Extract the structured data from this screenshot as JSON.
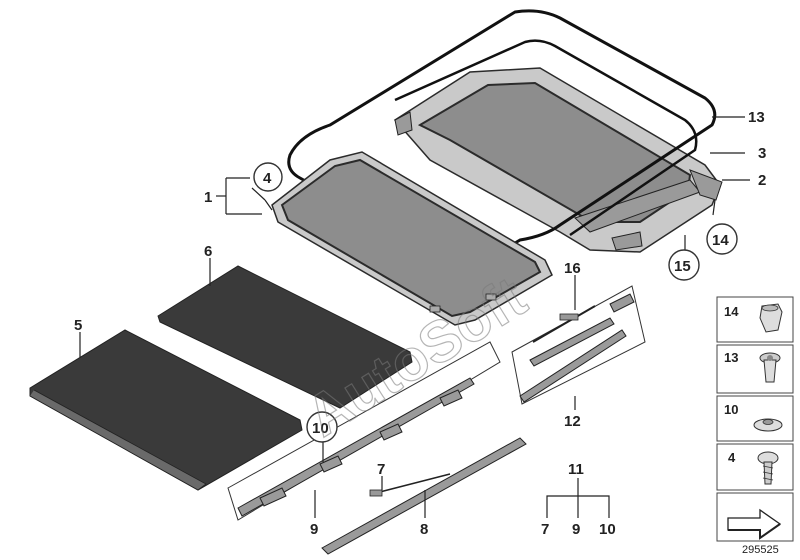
{
  "diagram": {
    "id_label": "295525",
    "watermark": "AutoSoft"
  },
  "callouts": {
    "c1": "1",
    "c2": "2",
    "c3": "3",
    "c4": "4",
    "c5": "5",
    "c6": "6",
    "c7a": "7",
    "c7b": "7",
    "c8": "8",
    "c9a": "9",
    "c9b": "9",
    "c10a": "10",
    "c10b": "10",
    "c11": "11",
    "c12": "12",
    "c13": "13",
    "c14": "14",
    "c15": "15",
    "c16": "16"
  },
  "legend": {
    "items": [
      {
        "label": "14",
        "icon": "clip-icon"
      },
      {
        "label": "13",
        "icon": "expanding-rivet-icon"
      },
      {
        "label": "10",
        "icon": "washer-nut-icon"
      },
      {
        "label": "4",
        "icon": "torx-screw-icon"
      }
    ],
    "arrow_icon": "next-page-arrow-icon"
  }
}
